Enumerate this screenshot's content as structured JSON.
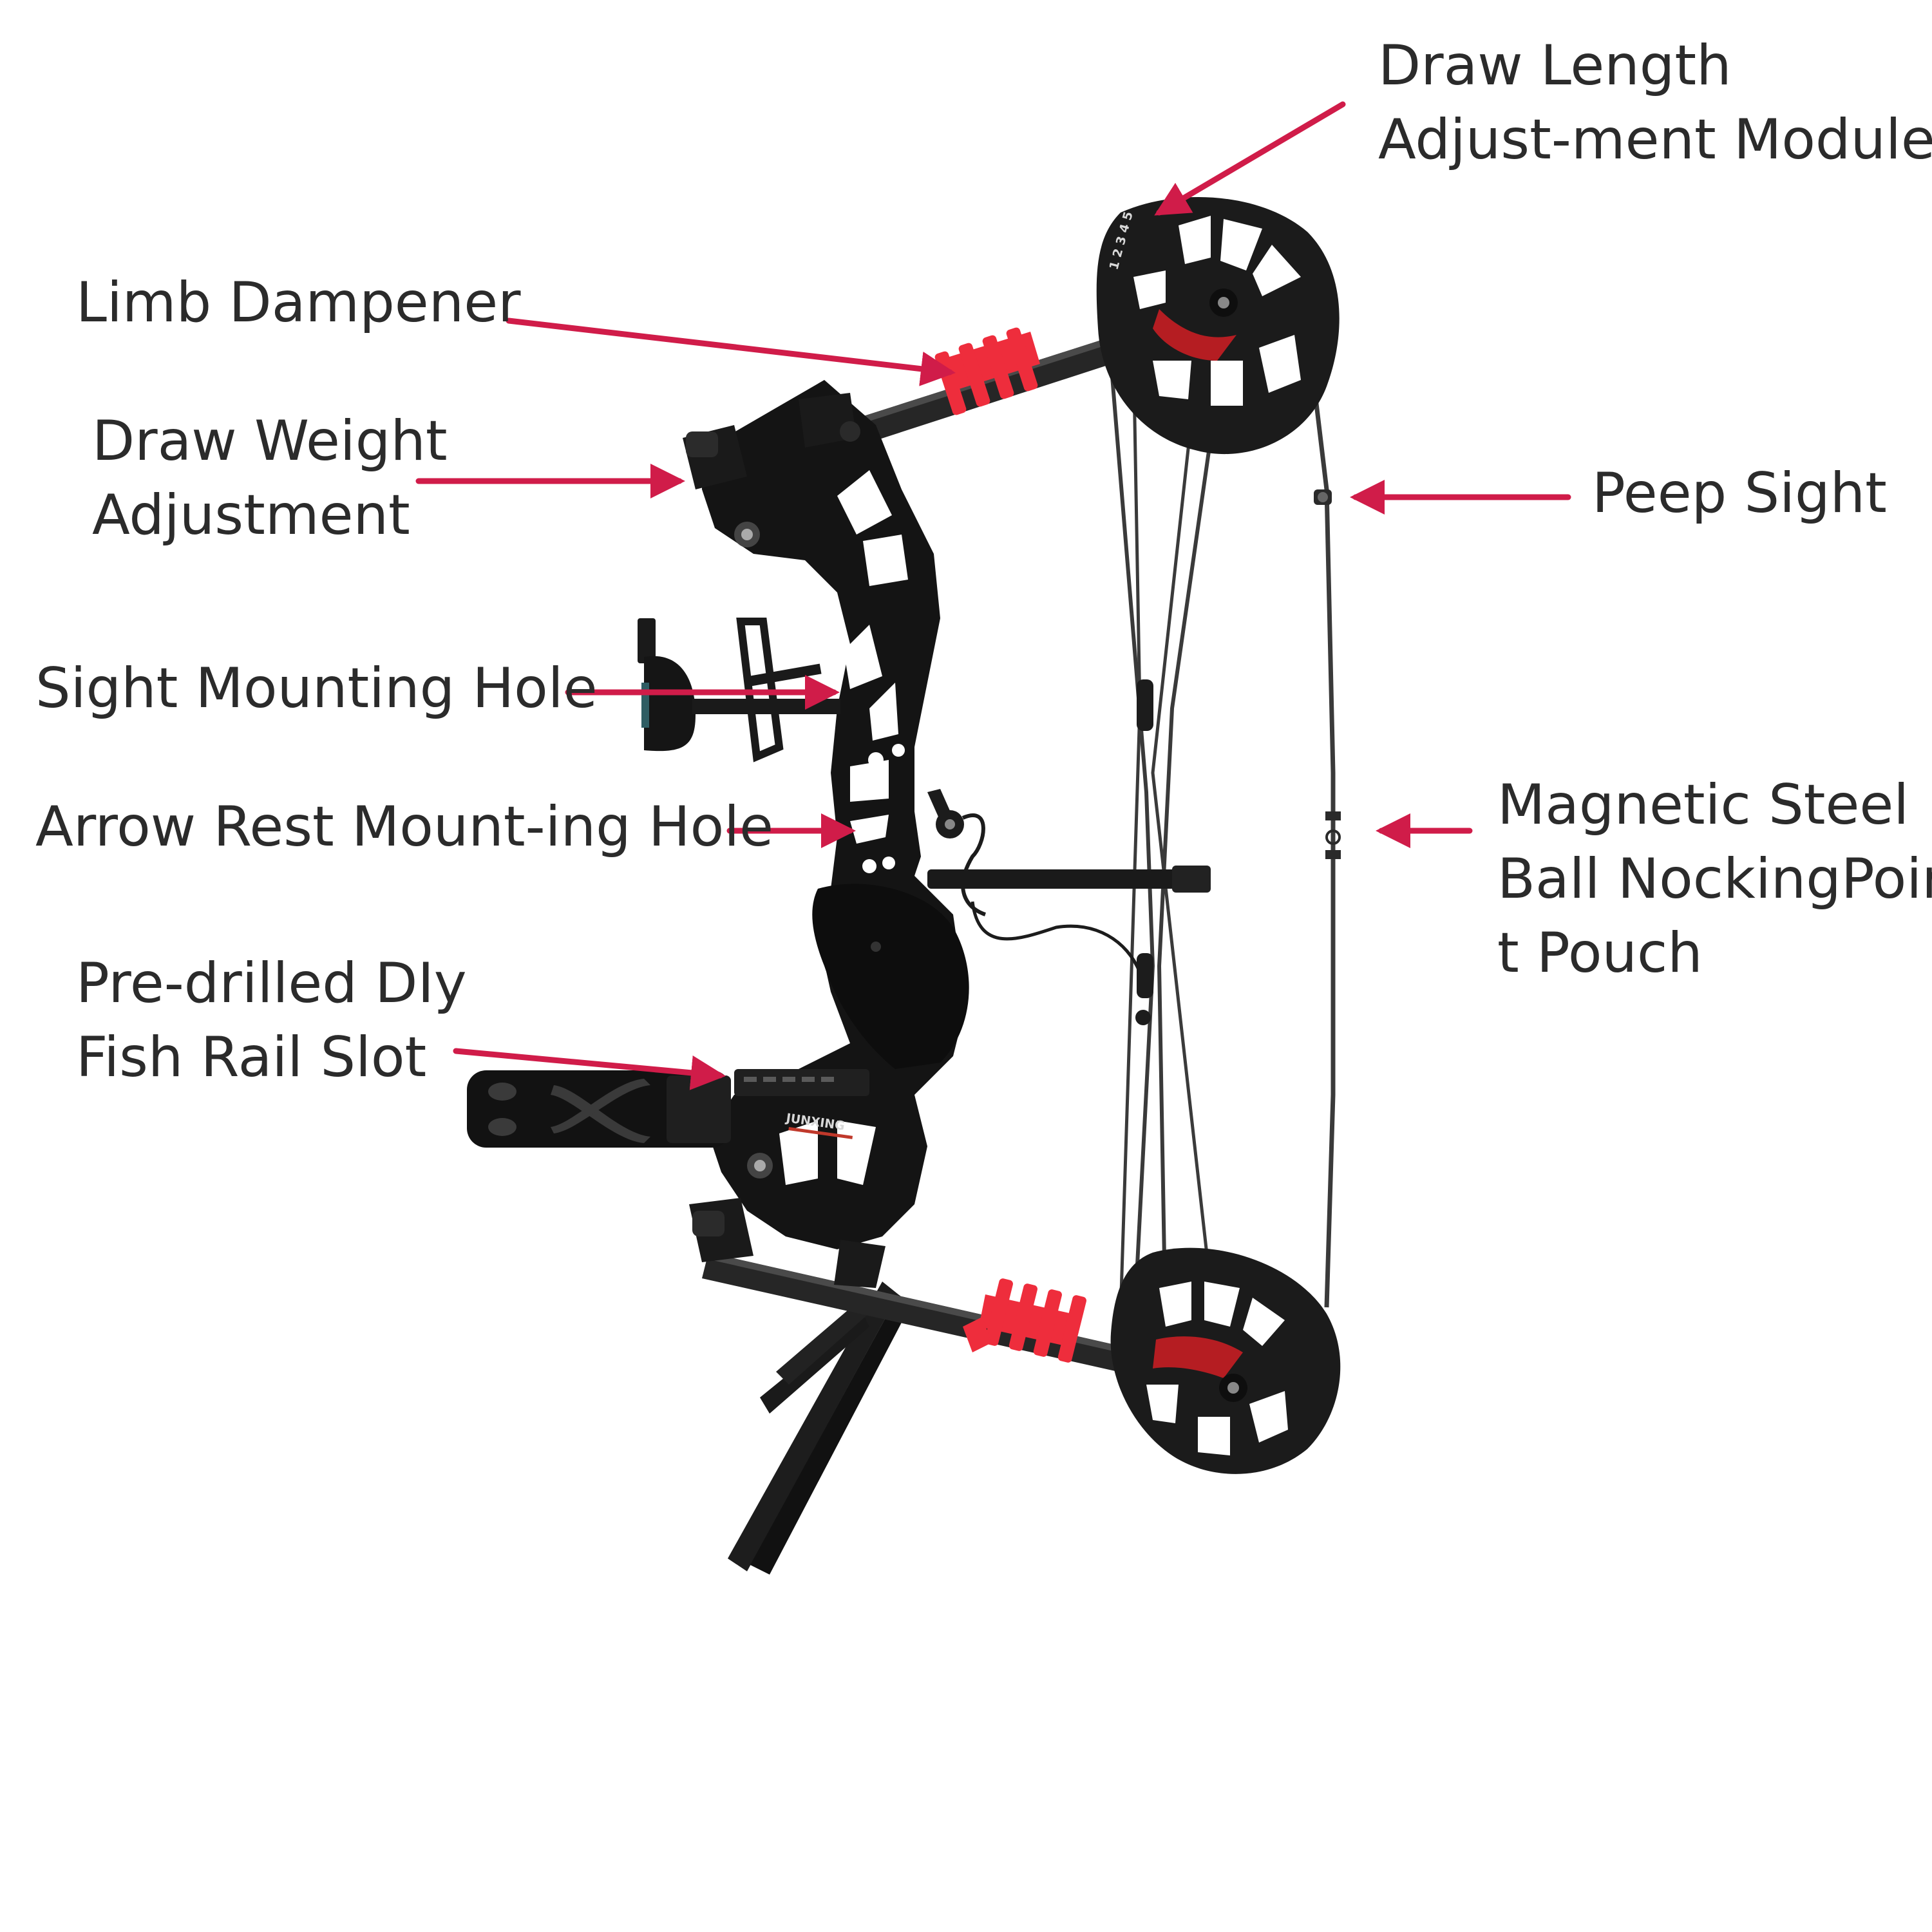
{
  "colors": {
    "arrow": "#d01c49",
    "label_text": "#2b2b2b",
    "riser": "#141414",
    "limb": "#262626",
    "dampener": "#ee2d3c",
    "cam_accent": "#b51d22",
    "string": "#3a3a3a"
  },
  "labels": {
    "draw_length": [
      "Draw Length",
      "Adjust-ment Module"
    ],
    "limb_dampener": [
      "Limb Dampener"
    ],
    "draw_weight": [
      "Draw Weight",
      "Adjustment"
    ],
    "peep_sight": [
      "Peep Sight"
    ],
    "sight_mounting": [
      "Sight Mounting Hole"
    ],
    "magnetic_steel": [
      "Magnetic Steel",
      "Ball NockingPoin",
      "t Pouch"
    ],
    "arrow_rest": [
      "Arrow Rest Mount-ing Hole"
    ],
    "fish_rail": [
      "Pre-drilled DIy",
      "Fish Rail Slot"
    ]
  },
  "product": {
    "logo_text": "JUNXING"
  }
}
